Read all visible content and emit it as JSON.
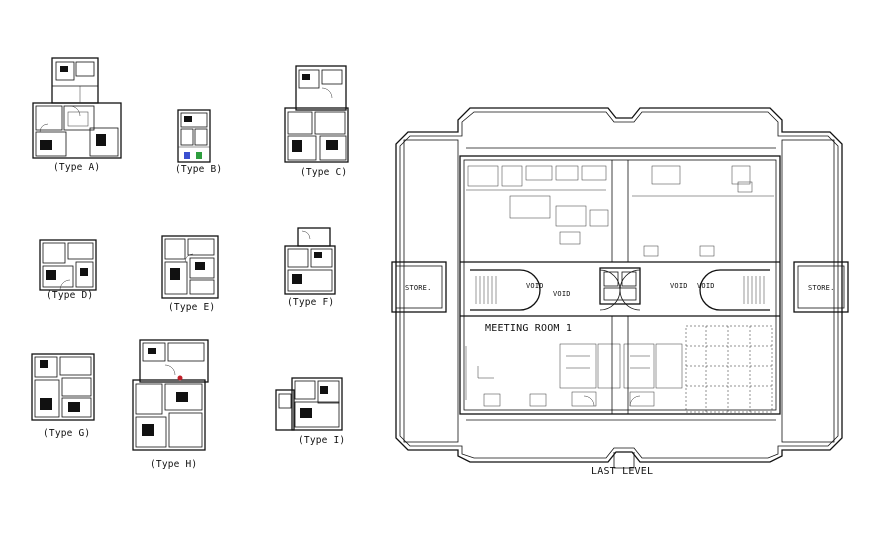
{
  "units": [
    {
      "id": "a",
      "label": "(Type A)"
    },
    {
      "id": "b",
      "label": "(Type B)"
    },
    {
      "id": "c",
      "label": "(Type C)"
    },
    {
      "id": "d",
      "label": "(Type D)"
    },
    {
      "id": "e",
      "label": "(Type E)"
    },
    {
      "id": "f",
      "label": "(Type F)"
    },
    {
      "id": "g",
      "label": "(Type G)"
    },
    {
      "id": "h",
      "label": "(Type H)"
    },
    {
      "id": "i",
      "label": "(Type I)"
    }
  ],
  "plan": {
    "title": "LAST LEVEL",
    "meeting_room": "MEETING ROOM 1",
    "store_left": "STORE.",
    "store_right": "STORE.",
    "void_1": "VOID",
    "void_2": "VOID",
    "void_3": "VOID",
    "void_4": "VOID"
  },
  "colors": {
    "ink": "#111111",
    "background": "#ffffff",
    "accent_green": "#2e9e3e",
    "accent_blue": "#3a4fd0",
    "accent_red": "#c0202a"
  }
}
